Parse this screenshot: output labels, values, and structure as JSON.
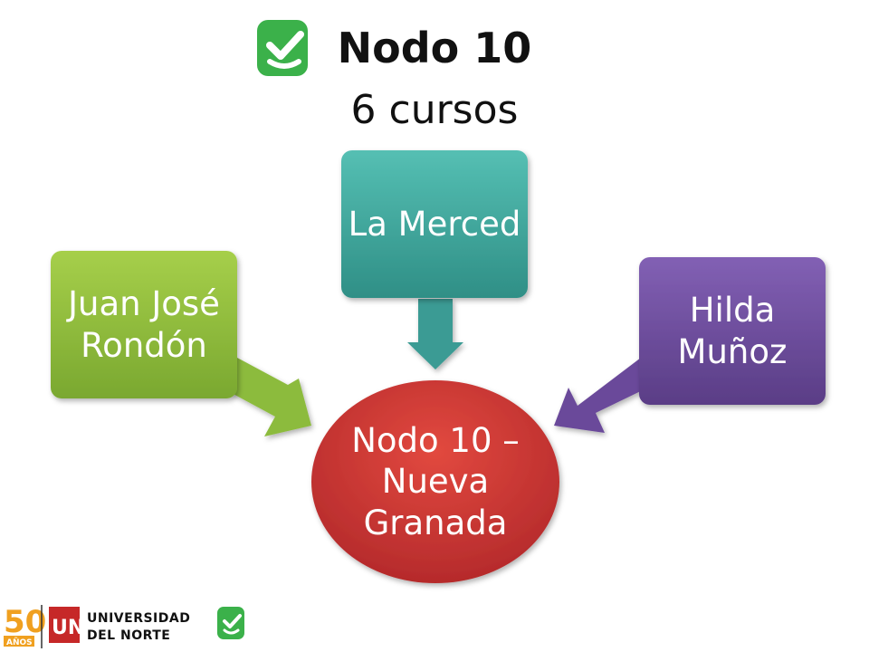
{
  "header": {
    "title": "Nodo 10",
    "subtitle": "6 cursos"
  },
  "diagram": {
    "center": {
      "label": "Nodo 10 – Nueva Granada",
      "color": "#c7322e"
    },
    "nodes": [
      {
        "id": "left",
        "label": "Juan José Rondón",
        "color": "#8cbb3c"
      },
      {
        "id": "top",
        "label": "La Merced",
        "color": "#3aa39a"
      },
      {
        "id": "right",
        "label": "Hilda Muñoz",
        "color": "#6b4a9a"
      }
    ]
  },
  "footer": {
    "anniversary": "50",
    "anniversary_sub": "AÑOS",
    "university_mark": "UN",
    "university_line1": "UNIVERSIDAD",
    "university_line2": "DEL  NORTE"
  },
  "colors": {
    "brand_green": "#3bb14a"
  }
}
